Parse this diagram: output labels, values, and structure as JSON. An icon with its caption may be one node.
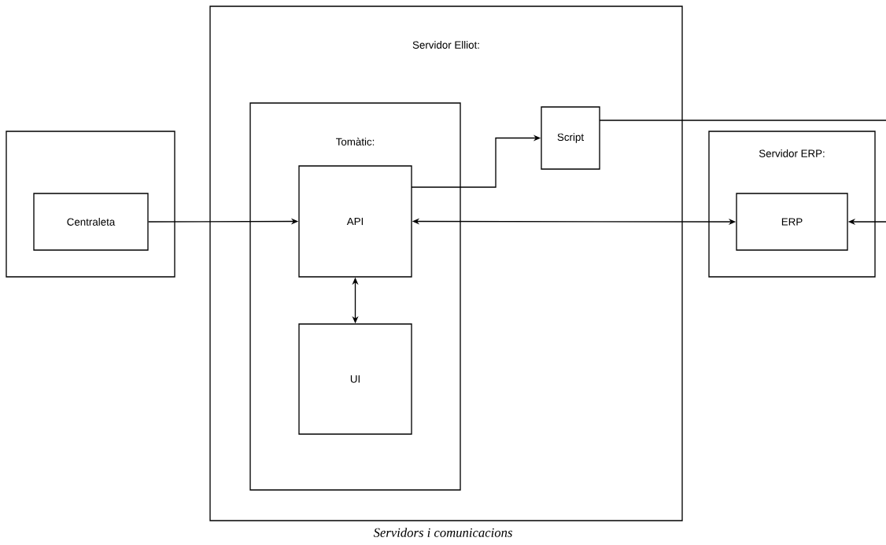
{
  "diagram": {
    "caption": "Servidors i comunicacions",
    "nodes": [
      {
        "text": [
          "Servidor Elliot:"
        ]
      },
      {
        "text": [],
        "shape": "box"
      },
      {
        "text": [
          "Centraleta"
        ],
        "in": 1
      },
      {
        "text": [
          "Tomàtic:"
        ],
        "in": 0
      },
      {
        "text": [
          "API"
        ],
        "in": 3
      },
      {
        "text": [
          "UI"
        ],
        "in": 3
      },
      {
        "text": [
          "Script"
        ],
        "in": 0
      },
      {
        "text": [
          "Servidor ERP:"
        ]
      },
      {
        "text": [
          "ERP"
        ],
        "in": 7
      }
    ],
    "edges": [
      {
        "from": 2,
        "to": 4,
        "arrow": "to"
      },
      {
        "from": 4,
        "to": 8,
        "arrow": "both"
      },
      {
        "from": 4,
        "to": 6,
        "arrow": "to"
      },
      {
        "from": 4,
        "to": 5,
        "arrow": "both"
      },
      {
        "from": 6,
        "to": null,
        "arrow": "none"
      },
      {
        "from": null,
        "to": 8,
        "arrow": "to"
      }
    ]
  }
}
